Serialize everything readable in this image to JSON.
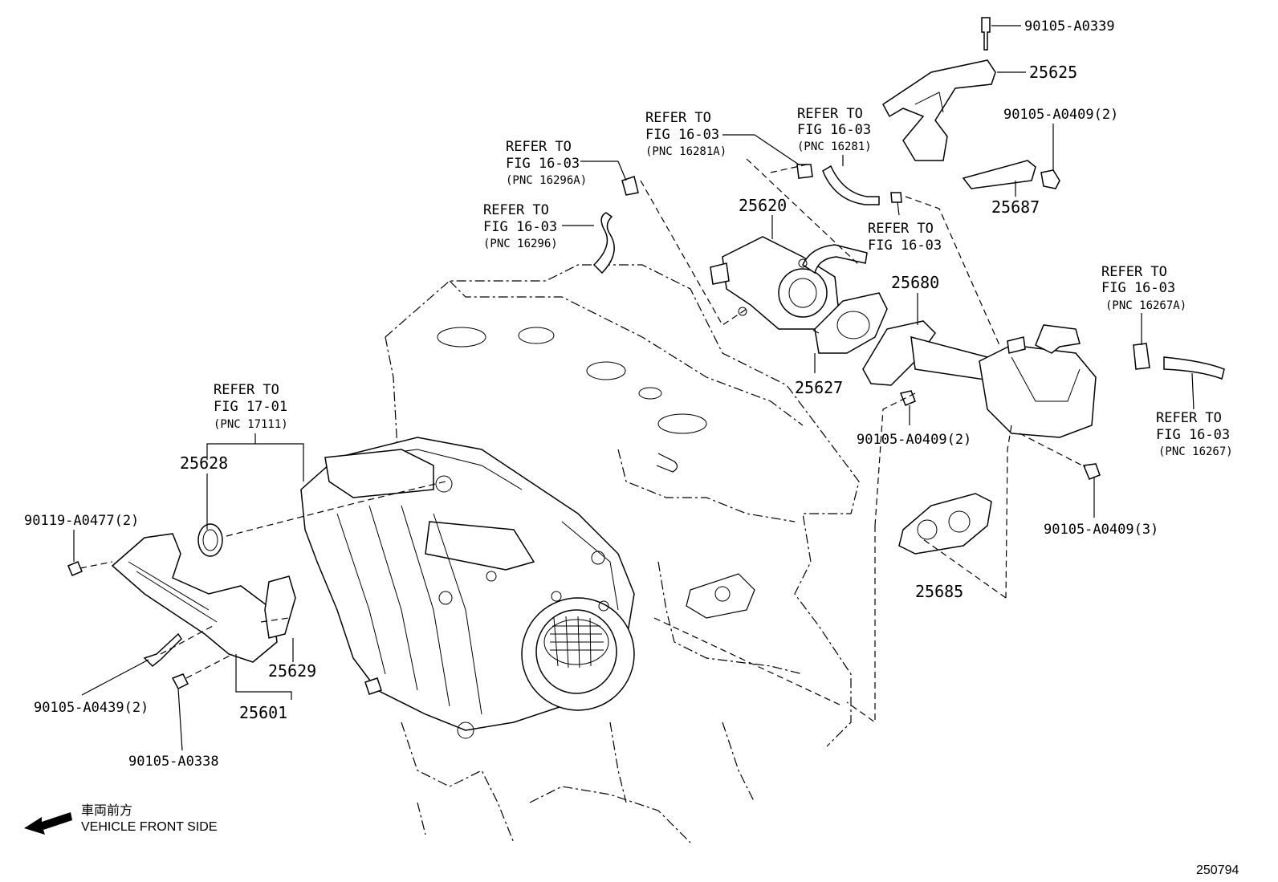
{
  "diagram": {
    "labels": {
      "p_90105_A0339": "90105-A0339",
      "p_25625": "25625",
      "p_90105_A0409_2_top": "90105-A0409(2)",
      "p_25687": "25687",
      "p_25620": "25620",
      "p_25680": "25680",
      "p_25627": "25627",
      "p_90105_A0409_2_mid": "90105-A0409(2)",
      "p_90105_A0409_3": "90105-A0409(3)",
      "p_25685": "25685",
      "p_25628": "25628",
      "p_25629": "25629",
      "p_25601": "25601",
      "p_90119_A0477_2": "90119-A0477(2)",
      "p_90105_A0439_2": "90105-A0439(2)",
      "p_90105_A0338": "90105-A0338"
    },
    "refers": {
      "r1": {
        "l1": "REFER TO",
        "l2": "FIG 16-03",
        "l3": "(PNC 16296A)"
      },
      "r2": {
        "l1": "REFER TO",
        "l2": "FIG 16-03",
        "l3": "(PNC 16296)"
      },
      "r3": {
        "l1": "REFER TO",
        "l2": "FIG 16-03",
        "l3": "(PNC 16281A)"
      },
      "r4": {
        "l1": "REFER TO",
        "l2": "FIG 16-03",
        "l3": "(PNC 16281)"
      },
      "r5": {
        "l1": "REFER TO",
        "l2": "FIG 16-03"
      },
      "r6": {
        "l1": "REFER TO",
        "l2": "FIG 16-03",
        "l3": "(PNC 16267A)"
      },
      "r7": {
        "l1": "REFER TO",
        "l2": "FIG 16-03",
        "l3": "(PNC 16267)"
      },
      "r8": {
        "l1": "REFER TO",
        "l2": "FIG 17-01",
        "l3": "(PNC 17111)"
      }
    },
    "front": {
      "jp": "車両前方",
      "en": "VEHICLE FRONT SIDE"
    },
    "figure_id": "250794"
  }
}
